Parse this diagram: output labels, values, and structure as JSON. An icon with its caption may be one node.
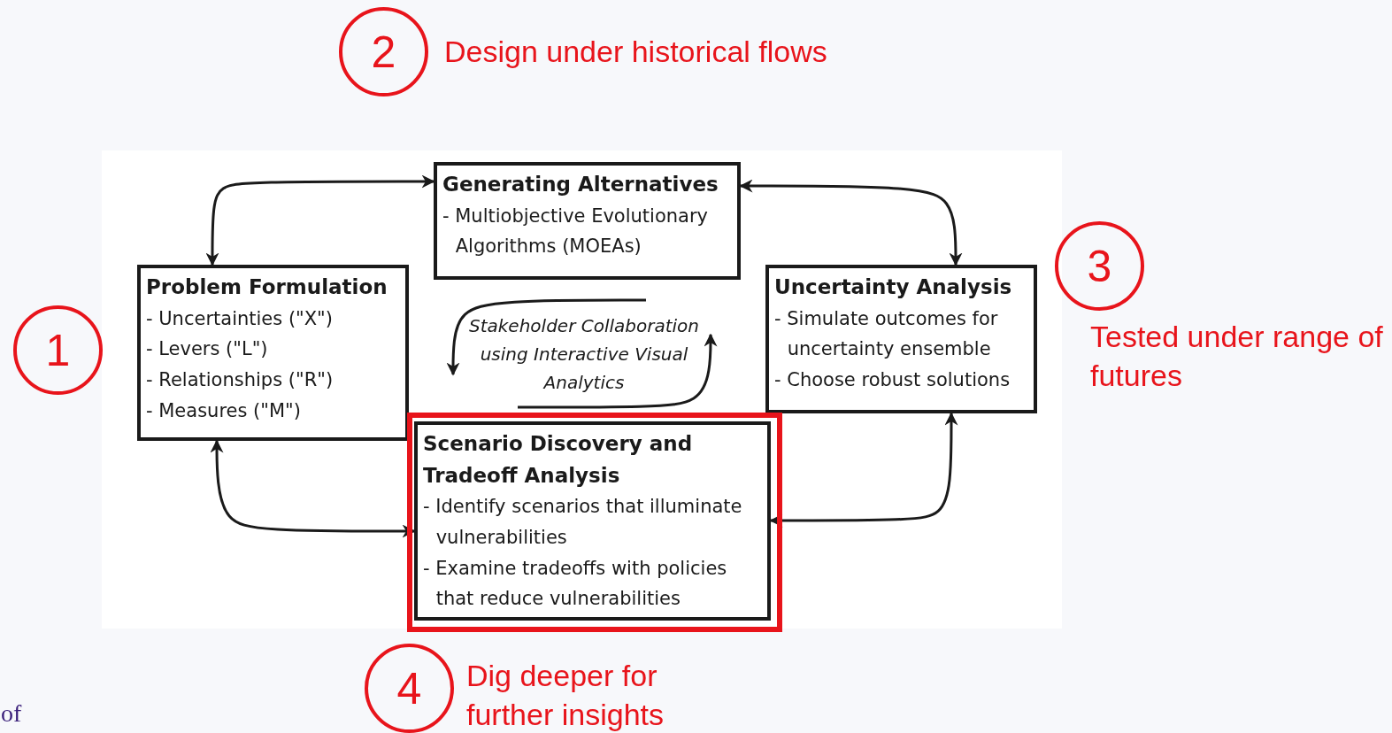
{
  "diagram": {
    "nodes": [
      {
        "text": [
          "2"
        ],
        "beside": [
          "Design under historical flows"
        ]
      },
      {
        "text": [
          "Generating Alternatives",
          "- Multiobjective Evolutionary Algorithms (MOEAs)"
        ]
      },
      {
        "text": [
          "3"
        ],
        "beside": [
          "Tested under range of futures"
        ]
      },
      {
        "text": [
          "1"
        ]
      },
      {
        "text": [
          "Problem Formulation",
          "- Uncertainties (\"X\")",
          "- Levers (\"L\")",
          "- Relationships  (\"R\")",
          "- Measures (\"M\")"
        ]
      },
      {
        "text": [
          "Uncertainty Analysis",
          "- Simulate outcomes for uncertainty ensemble",
          "- Choose robust solutions"
        ]
      },
      {
        "text": [],
        "shape": "box"
      },
      {
        "text": [
          "Scenario Discovery and Tradeoff Analysis",
          "- Identify scenarios that illuminate vulnerabilities",
          "- Examine tradeoffs with policies that reduce vulnerabilities"
        ],
        "in": 6
      },
      {
        "text": [
          "4"
        ],
        "beside": [
          "Dig deeper for further insights"
        ]
      }
    ],
    "edges": [
      {
        "from": 4,
        "to": 1,
        "arrow": "both"
      },
      {
        "from": 1,
        "to": 5,
        "arrow": "both"
      },
      {
        "from": 4,
        "to": 7,
        "arrow": "both"
      },
      {
        "from": 5,
        "to": 7,
        "arrow": "both"
      }
    ],
    "labels": [
      "Stakeholder Collaboration using Interactive Visual Analytics",
      "of"
    ]
  }
}
